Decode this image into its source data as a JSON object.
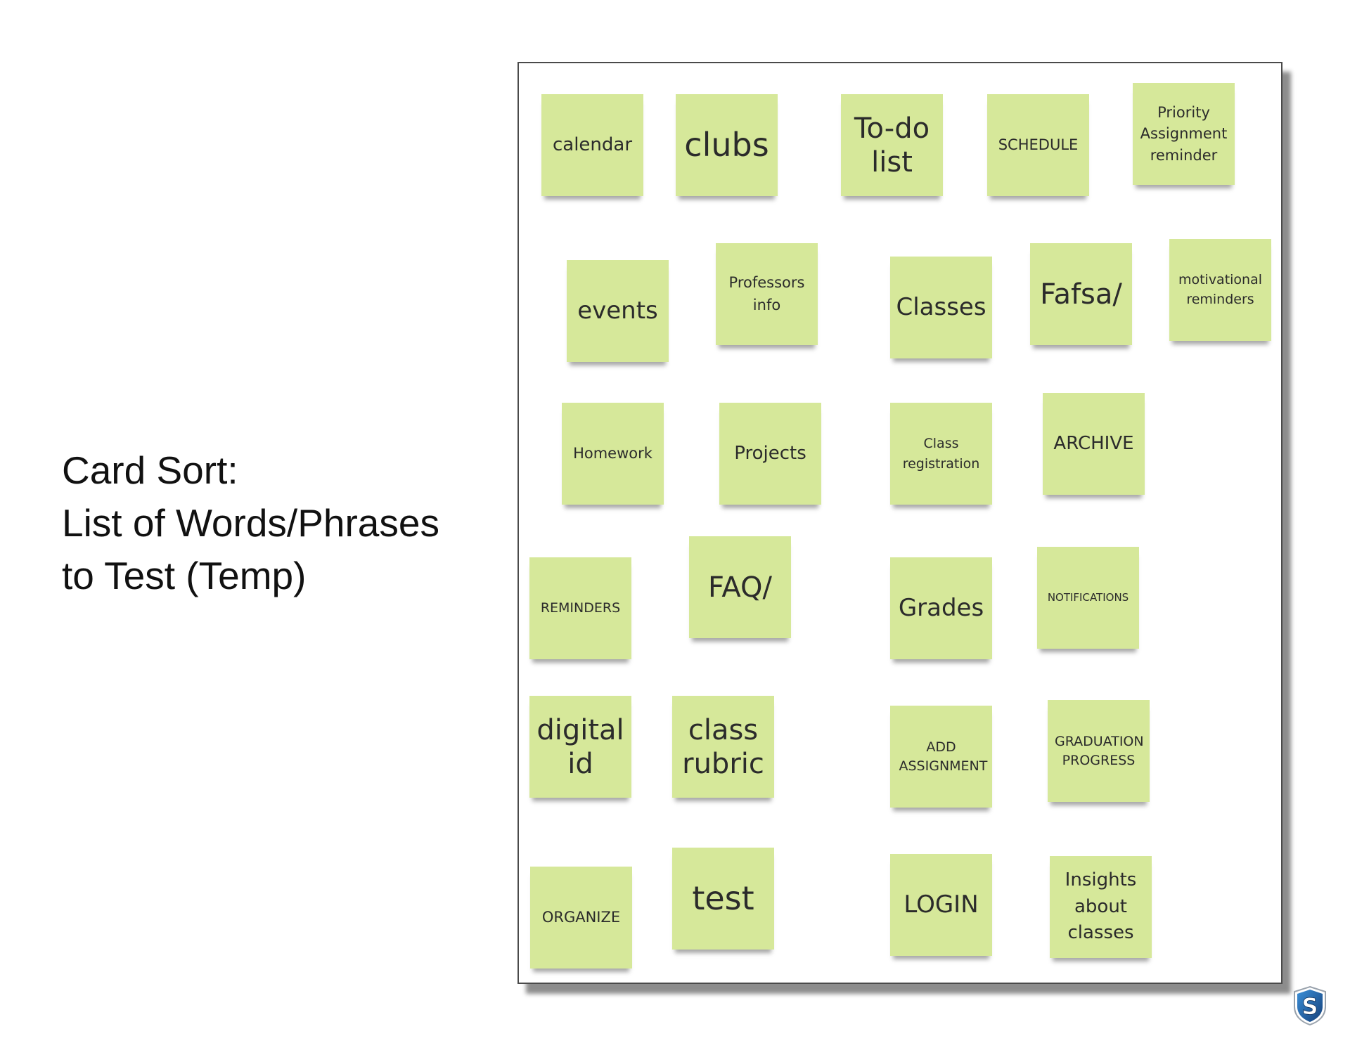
{
  "slide": {
    "title_lines": [
      "Card Sort:",
      "List of Words/Phrases",
      "to Test (Temp)"
    ]
  },
  "cards": [
    "calendar",
    "clubs",
    "To-do list",
    "SCHEDULE",
    "Priority Assignment reminder",
    "events",
    "Professors info",
    "Classes",
    "Fafsa/",
    "motivational reminders",
    "Homework",
    "Projects",
    "Class registration",
    "ARCHIVE",
    "REMINDERS",
    "FAQ/",
    "Grades",
    "NOTIFICATIONS",
    "digital id",
    "class rubric",
    "ADD ASSIGNMENT",
    "GRADUATION PROGRESS",
    "ORGANIZE",
    "test",
    "LOGIN",
    "Insights about classes"
  ],
  "colors": {
    "sticky_note": "#d6e89a",
    "board_border": "#4a4a4a",
    "logo_blue": "#1f5fa8"
  },
  "logo": {
    "icon": "shield-s-logo-icon",
    "letter": "S"
  }
}
